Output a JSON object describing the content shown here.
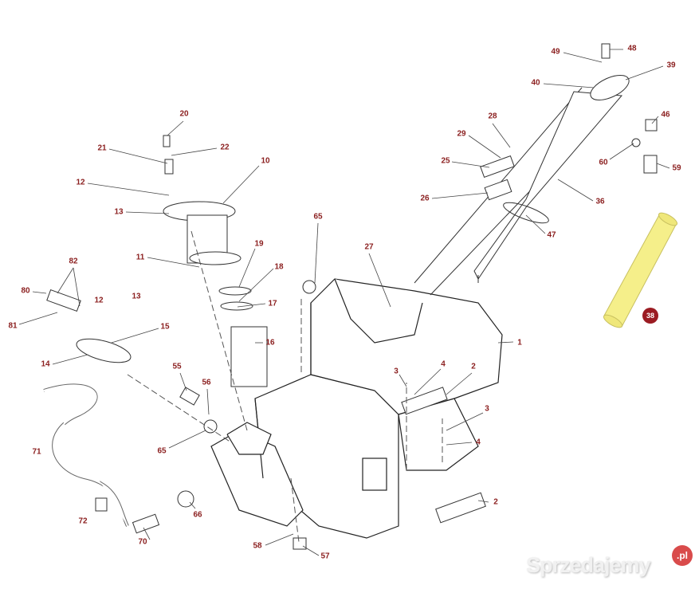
{
  "diagram": {
    "title": "",
    "part_labels": [
      "49",
      "48",
      "39",
      "40",
      "46",
      "60",
      "59",
      "20",
      "28",
      "29",
      "22",
      "21",
      "25",
      "10",
      "12",
      "26",
      "36",
      "13",
      "65",
      "47",
      "19",
      "27",
      "11",
      "82",
      "18",
      "80",
      "12",
      "13",
      "17",
      "81",
      "15",
      "1",
      "16",
      "14",
      "3",
      "4",
      "2",
      "55",
      "56",
      "3",
      "4",
      "65",
      "71",
      "2",
      "66",
      "72",
      "70",
      "58",
      "57"
    ],
    "highlighted_part": "38",
    "highlight_color": "#f5ef8a",
    "label_color": "#8b1f1f"
  },
  "watermark": {
    "text": "Sprzedajemy",
    "suffix": ".pl"
  }
}
